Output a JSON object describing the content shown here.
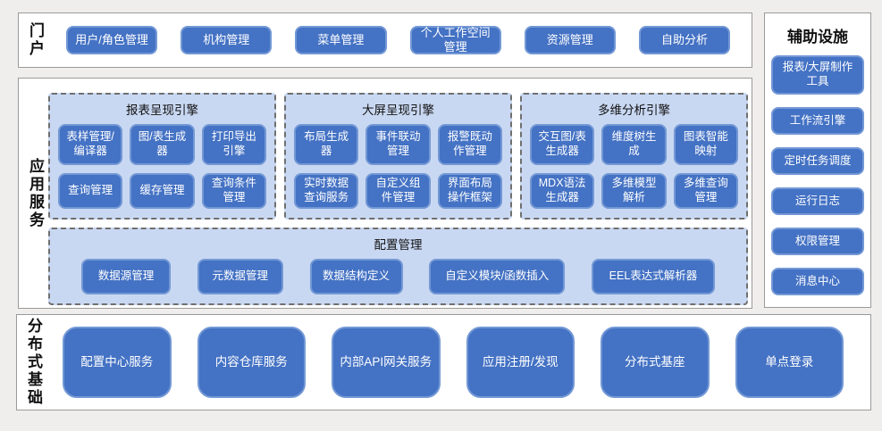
{
  "portal": {
    "label": "门户",
    "buttons": [
      "用户/角色管理",
      "机构管理",
      "菜单管理",
      "个人工作空间管理",
      "资源管理",
      "自助分析"
    ]
  },
  "app_services": {
    "label": "应用服务",
    "groups": [
      {
        "title": "报表呈现引擎",
        "buttons": [
          "表样管理/编译器",
          "图/表生成器",
          "打印导出引擎",
          "查询管理",
          "缓存管理",
          "查询条件管理"
        ]
      },
      {
        "title": "大屏呈现引擎",
        "buttons": [
          "布局生成器",
          "事件联动管理",
          "报警既动作管理",
          "实时数据查询服务",
          "自定义组件管理",
          "界面布局操作框架"
        ]
      },
      {
        "title": "多维分析引擎",
        "buttons": [
          "交互图/表生成器",
          "维度树生成",
          "图表智能映射",
          "MDX语法生成器",
          "多维模型解析",
          "多维查询管理"
        ]
      }
    ],
    "config_group": {
      "title": "配置管理",
      "buttons": [
        "数据源管理",
        "元数据管理",
        "数据结构定义",
        "自定义模块/函数插入",
        "EEL表达式解析器"
      ]
    }
  },
  "auxiliary": {
    "title": "辅助设施",
    "buttons": [
      "报表/大屏制作工具",
      "工作流引擎",
      "定时任务调度",
      "运行日志",
      "权限管理",
      "消息中心"
    ]
  },
  "distributed": {
    "label": "分布式基础",
    "buttons": [
      "配置中心服务",
      "内容仓库服务",
      "内部API网关服务",
      "应用注册/发现",
      "分布式基座",
      "单点登录"
    ]
  },
  "colors": {
    "button_fill": "#4472c4",
    "button_border": "#7398d5",
    "group_fill": "#c9d8f2",
    "panel_border": "#9a9a9a",
    "page_background": "#f0eeec"
  }
}
